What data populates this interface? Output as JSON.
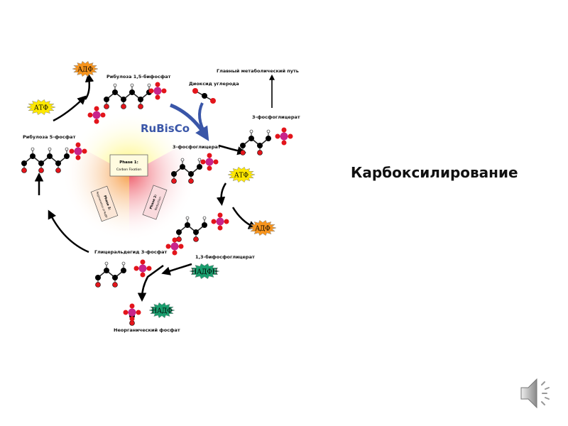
{
  "slide": {
    "title": "Карбоксилирование"
  },
  "diagram": {
    "labels": {
      "rubp": "Рибулоза 1,5-бифосфат",
      "co2": "Диоксид углерода",
      "main_path": "Главный метаболический путь",
      "pga_right": "3-фосфоглицерат",
      "pga_mid": "3-фосфоглицерат",
      "ru5p": "Рибулоза 5-фосфат",
      "g3p": "Глицеральдегид 3-фосфат",
      "bpg": "1,3-бифосфоглицерат",
      "pi": "Неорганический фосфат",
      "rubisco": "RuBisCo"
    },
    "phases": {
      "phase1_title": "Phase 1:",
      "phase1_sub": "Carbon Fixation",
      "phase2_title": "Phase 2:",
      "phase2_sub": "Reduction",
      "phase3_title": "Phase 3:",
      "phase3_sub": "Regeneration of RuBP"
    },
    "stars": {
      "adp_top": "АДФ",
      "atp_left": "АТФ",
      "atp_right": "АТФ",
      "adp_right": "АДФ",
      "nadph": "НАДФН",
      "nadp": "НАДФ"
    },
    "colors": {
      "atp": "#ffe800",
      "adp": "#f7941d",
      "nadph": "#1a9e6e",
      "rubisco": "#3a56a8",
      "carbon": "#000000",
      "oxygen": "#e3151b",
      "phosphorus": "#c8248b"
    }
  },
  "controls": {
    "audio_icon": "speaker-icon"
  }
}
